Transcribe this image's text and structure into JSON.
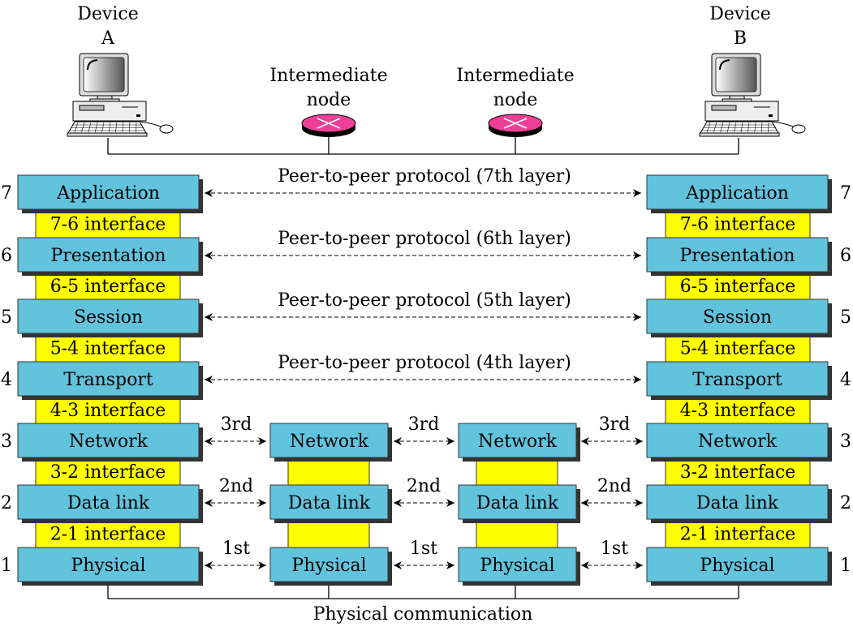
{
  "devices": [
    {
      "name": "Device",
      "letter": "A"
    },
    {
      "name": "Device",
      "letter": "B"
    }
  ],
  "intermediate_nodes": [
    {
      "line1": "Intermediate",
      "line2": "node"
    },
    {
      "line1": "Intermediate",
      "line2": "node"
    }
  ],
  "layers": [
    {
      "number": "7",
      "name": "Application",
      "peer_label": "Peer-to-peer protocol (7th layer)"
    },
    {
      "number": "6",
      "name": "Presentation",
      "peer_label": "Peer-to-peer protocol (6th layer)"
    },
    {
      "number": "5",
      "name": "Session",
      "peer_label": "Peer-to-peer protocol (5th layer)"
    },
    {
      "number": "4",
      "name": "Transport",
      "peer_label": "Peer-to-peer protocol (4th layer)"
    },
    {
      "number": "3",
      "name": "Network",
      "peer_label": "3rd"
    },
    {
      "number": "2",
      "name": "Data link",
      "peer_label": "2nd"
    },
    {
      "number": "1",
      "name": "Physical",
      "peer_label": "1st"
    }
  ],
  "interfaces": [
    "7-6 interface",
    "6-5 interface",
    "5-4 interface",
    "4-3 interface",
    "3-2 interface",
    "2-1 interface"
  ],
  "bottom_label": "Physical communication",
  "colors": {
    "layer": "#62c3dc",
    "interface": "#ffff00",
    "node": "#ee3f96",
    "shadow": "#333333"
  }
}
